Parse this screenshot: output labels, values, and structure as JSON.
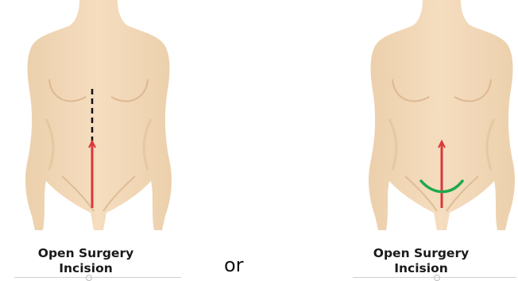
{
  "panels": [
    {
      "caption_line1": "Open Surgery",
      "caption_line2": "Incision",
      "incision_color": "#d9383a",
      "extension_style": "dashed-black"
    },
    {
      "caption_line1": "Open Surgery",
      "caption_line2": "Incision",
      "incision_color": "#d9383a",
      "curve_color": "#1fa84a"
    }
  ],
  "separator_text": "or",
  "colors": {
    "skin": "#f2d9b8",
    "skin_shadow": "#e2c09a",
    "outline": "#e8c9a3"
  }
}
